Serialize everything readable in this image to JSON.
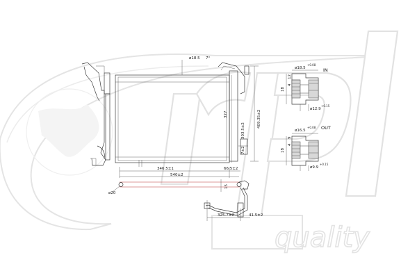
{
  "watermark": {
    "text": "quality",
    "logo": "rpl",
    "color": "#e2e2e2"
  },
  "drawing": {
    "top_pipe_diameter": "ø18.5",
    "top_pipe_angle": "7°",
    "core_height": "327",
    "height_total": "303.5±2",
    "height_outer": "409.35±2",
    "small_bracket_dim": "7±2",
    "core_width_partial": "346.5±1",
    "right_offset": "66.5±2",
    "width_total": "540±2",
    "tube_diameter": "ø20",
    "tube_gap": "15",
    "bottom_length": "325.7±2",
    "bottom_offset": "41.5±2"
  },
  "detail_in": {
    "label": "IN",
    "outer_diameter": "ø18.5",
    "outer_tol": "+0.08",
    "depth": "18",
    "inner_depth": "12",
    "small_dim": "4",
    "bore_diameter": "ø12.9",
    "bore_tol": "+0.15"
  },
  "detail_out": {
    "label": "OUT",
    "outer_diameter": "ø16.5",
    "outer_tol": "+0.08",
    "depth": "18",
    "inner_depth": "9",
    "small_dim": "4",
    "bore_diameter": "ø9.9",
    "bore_tol": "+0.15"
  }
}
